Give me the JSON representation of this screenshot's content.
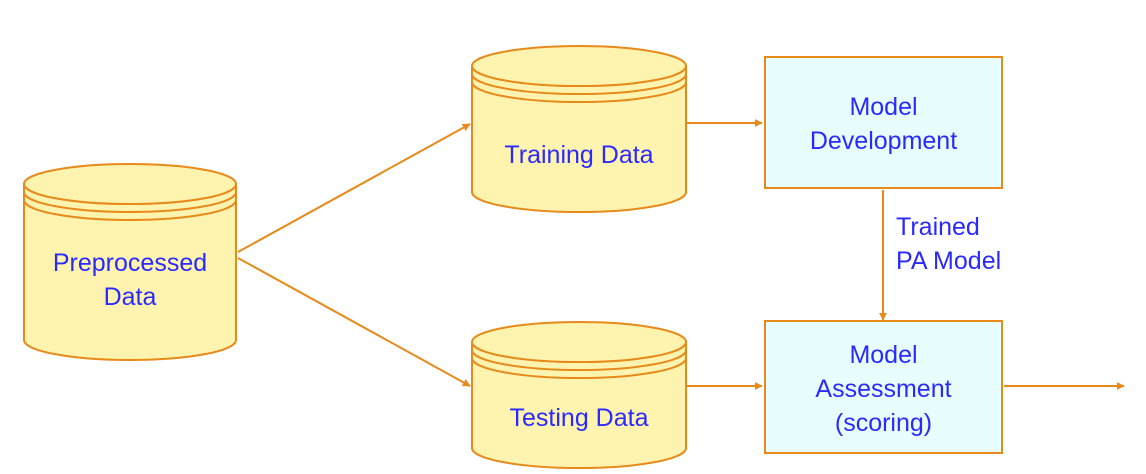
{
  "diagram": {
    "colors": {
      "cylinder_fill": "#fff3b0",
      "cylinder_stroke": "#e88a1a",
      "box_fill": "#e8fdfd",
      "box_stroke": "#e88a1a",
      "arrow": "#e88a1a",
      "text": "#2a2aff"
    },
    "nodes": {
      "preprocessed": {
        "type": "data-store",
        "line1": "Preprocessed",
        "line2": "Data"
      },
      "training": {
        "type": "data-store",
        "line1": "Training Data"
      },
      "testing": {
        "type": "data-store",
        "line1": "Testing Data"
      },
      "development": {
        "type": "process",
        "line1": "Model",
        "line2": "Development"
      },
      "assessment": {
        "type": "process",
        "line1": "Model",
        "line2": "Assessment",
        "line3": "(scoring)"
      }
    },
    "edges": {
      "trained_model": {
        "line1": "Trained",
        "line2": "PA Model"
      }
    }
  }
}
